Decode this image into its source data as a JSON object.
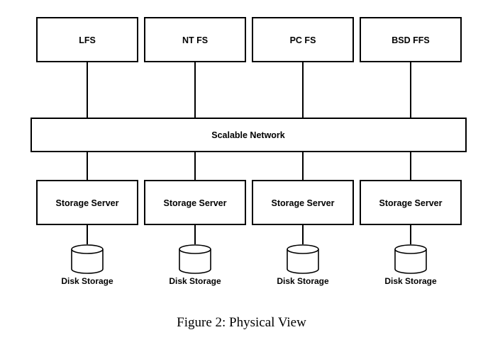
{
  "file_systems": [
    "LFS",
    "NT FS",
    "PC FS",
    "BSD FFS"
  ],
  "network_label": "Scalable Network",
  "storage_server_label": "Storage Server",
  "disk_label": "Disk Storage",
  "caption": "Figure 2: Physical View"
}
